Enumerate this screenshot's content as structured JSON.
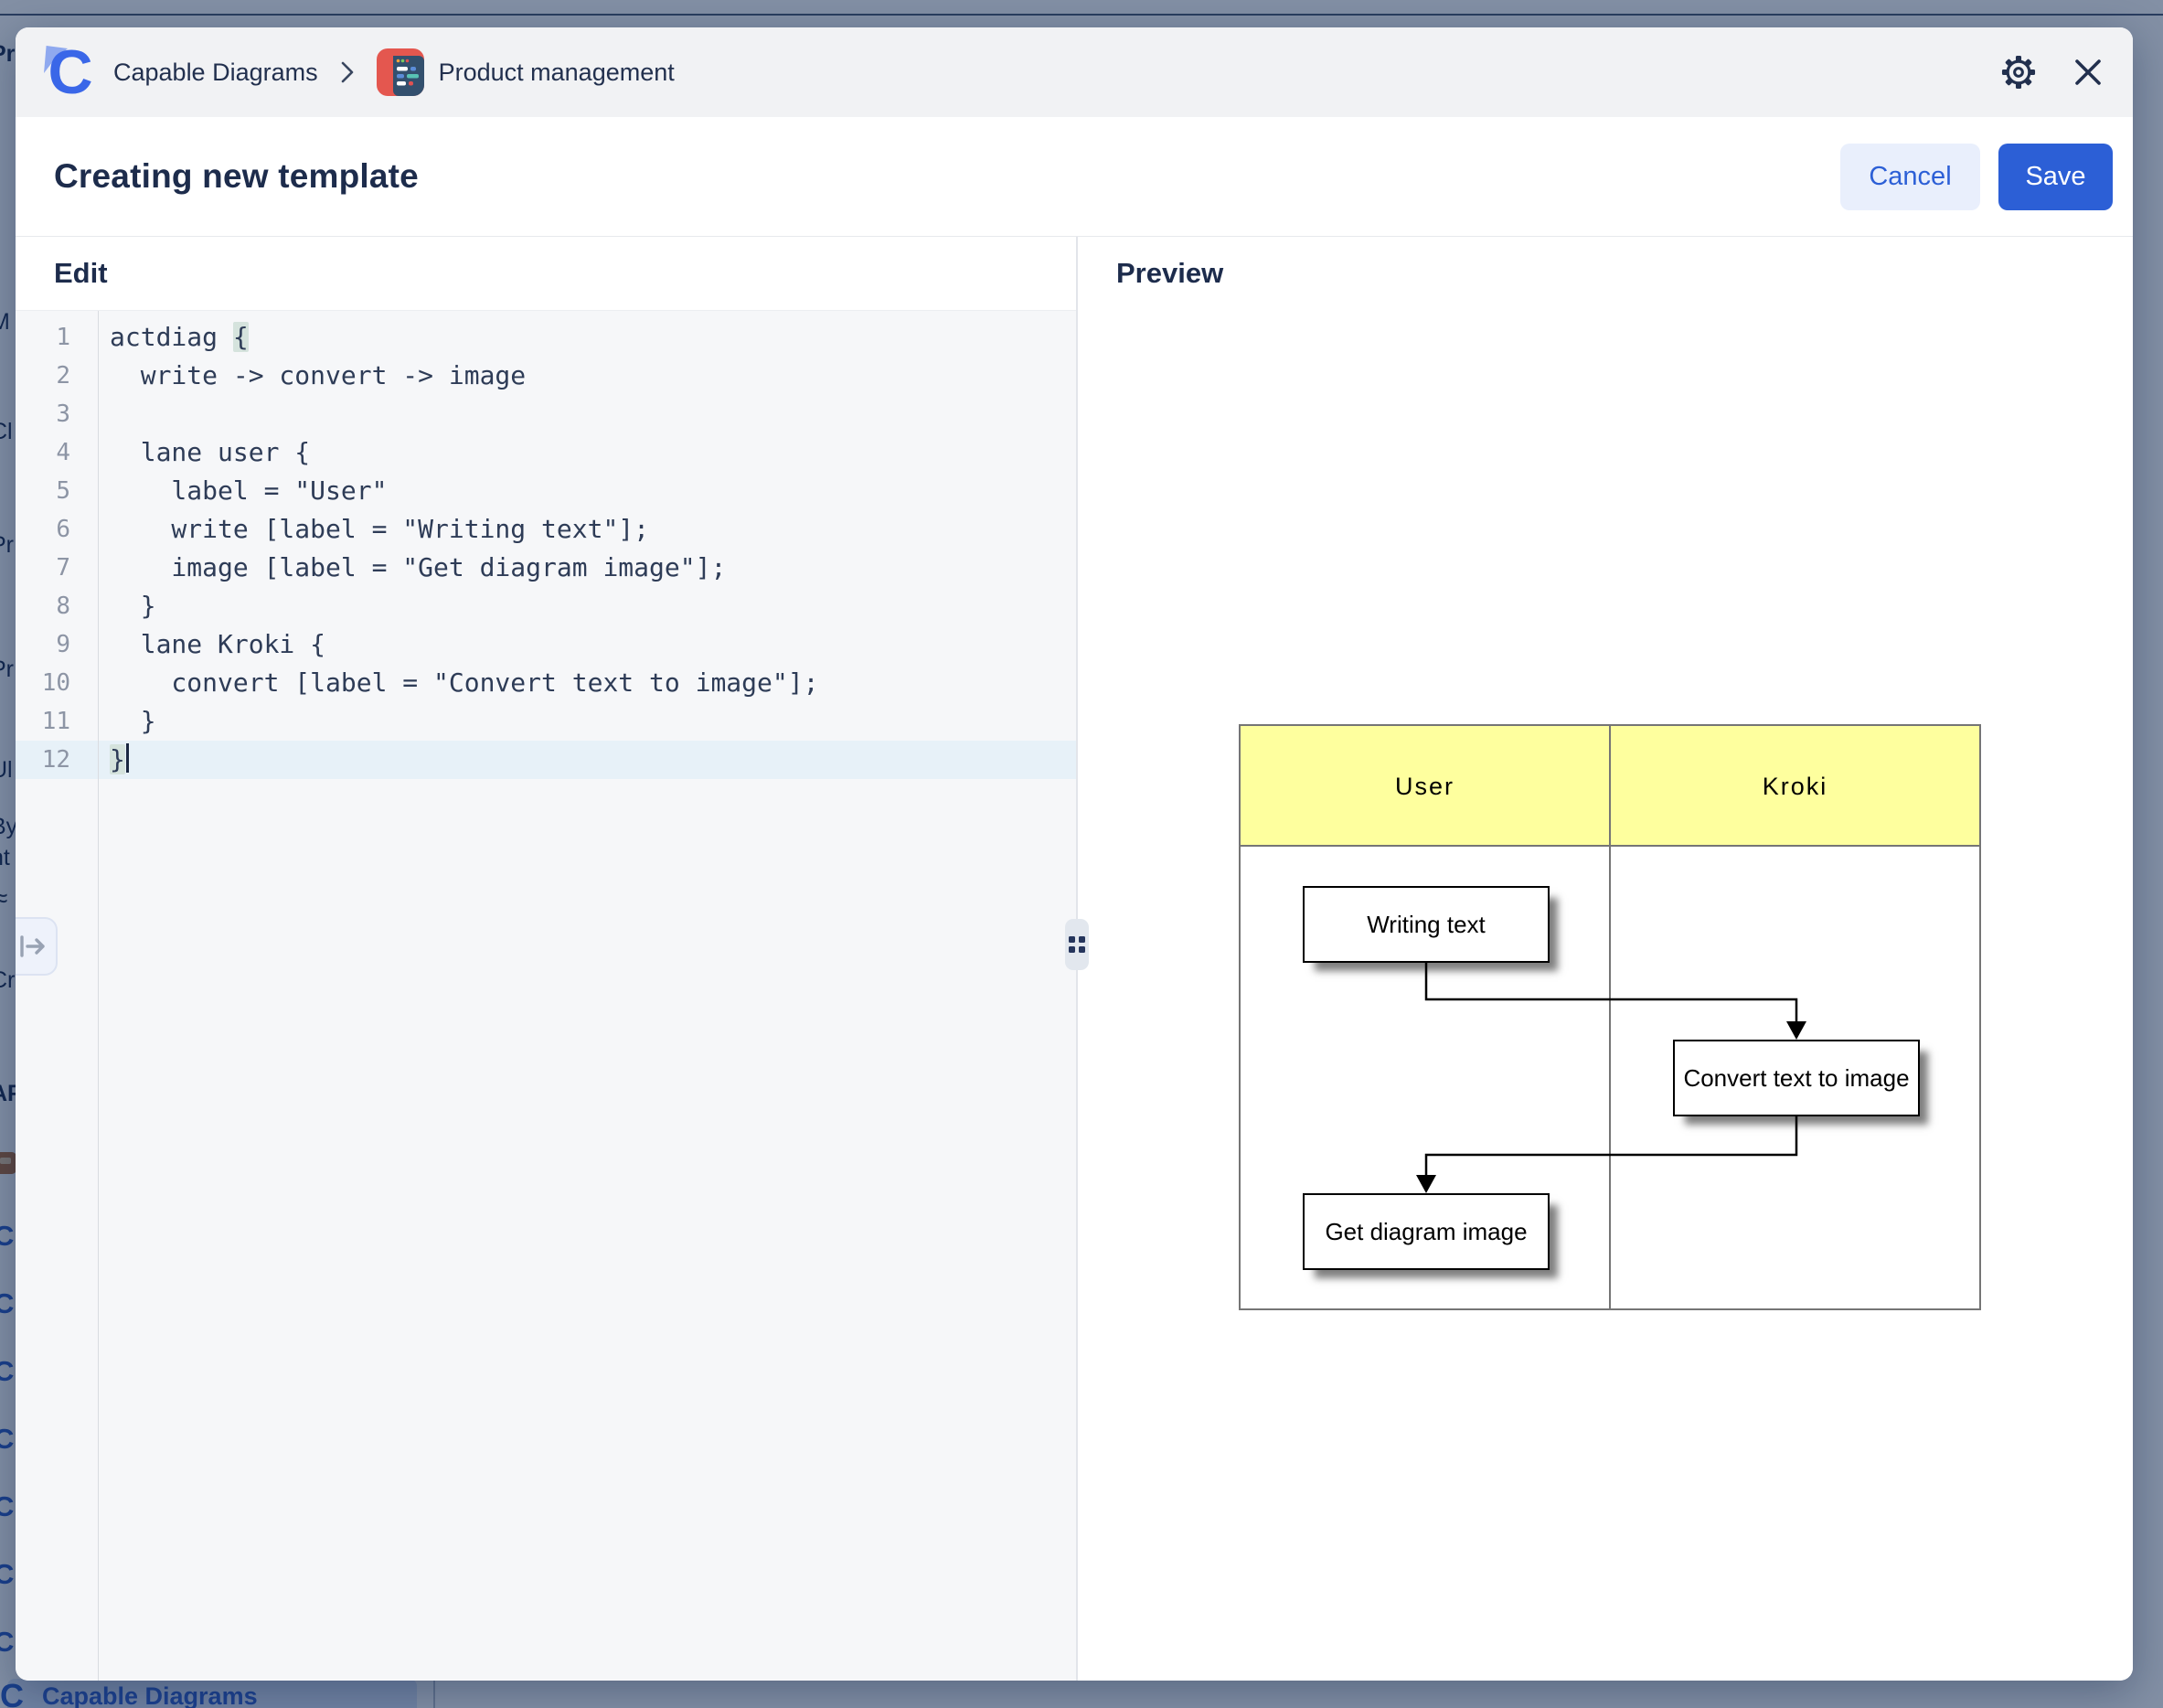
{
  "backdrop": {
    "fragments": [
      "Pr",
      "M",
      "Cl",
      "Pr",
      "Pr",
      "Ul",
      "By",
      "nt",
      "≈",
      "Cr",
      "AF"
    ],
    "logo_letter": "C",
    "bottom_item_label": "Capable Diagrams"
  },
  "modal": {
    "breadcrumb": {
      "app": "Capable Diagrams",
      "page": "Product management"
    },
    "title": "Creating new template",
    "buttons": {
      "cancel": "Cancel",
      "save": "Save"
    },
    "panes": {
      "edit_label": "Edit",
      "preview_label": "Preview"
    }
  },
  "editor": {
    "line_numbers": [
      "1",
      "2",
      "3",
      "4",
      "5",
      "6",
      "7",
      "8",
      "9",
      "10",
      "11",
      "12"
    ],
    "line1_pre": "actdiag ",
    "line1_bracket": "{",
    "line2": "  write -> convert -> image",
    "line3": "",
    "line4": "  lane user {",
    "line5": "    label = \"User\"",
    "line6": "    write [label = \"Writing text\"];",
    "line7": "    image [label = \"Get diagram image\"];",
    "line8": "  }",
    "line9": "  lane Kroki {",
    "line10": "    convert [label = \"Convert text to image\"];",
    "line11": "  }",
    "line12_bracket": "}"
  },
  "diagram": {
    "lanes": {
      "user": "User",
      "kroki": "Kroki"
    },
    "nodes": {
      "write": "Writing text",
      "convert": "Convert text to image",
      "image": "Get diagram image"
    }
  },
  "colors": {
    "accent_blue": "#2c5fd6",
    "lane_yellow": "#feff9e",
    "backdrop_gray": "#8892a4",
    "bracket_highlight": "#d5e3dd",
    "active_line": "#e7f1f8"
  }
}
